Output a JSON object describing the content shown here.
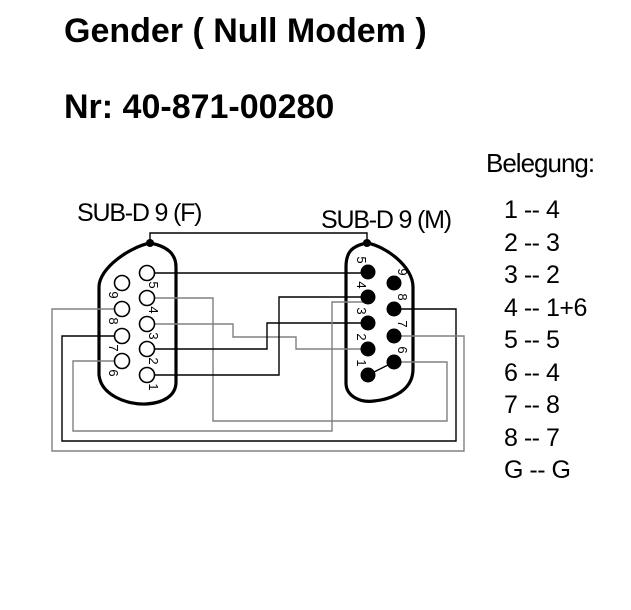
{
  "header": {
    "title": "Gender ( Null Modem )",
    "part_number": "Nr: 40-871-00280"
  },
  "diagram": {
    "female_connector": {
      "label": "SUB-D 9 (F)",
      "pins_inner": [
        "5",
        "4",
        "3",
        "2",
        "1"
      ],
      "pins_outer": [
        "9",
        "8",
        "7",
        "6"
      ]
    },
    "male_connector": {
      "label": "SUB-D 9 (M)",
      "pins_inner": [
        "5",
        "4",
        "3",
        "2",
        "1"
      ],
      "pins_outer": [
        "9",
        "8",
        "7",
        "6"
      ]
    },
    "wire_colors": {
      "black": "#000000",
      "gray": "#808080"
    }
  },
  "belegung": {
    "heading": "Belegung:",
    "assignments": [
      "1 -- 4",
      "2 -- 3",
      "3 -- 2",
      "4 -- 1+6",
      "5 -- 5",
      "6 -- 4",
      "7 -- 8",
      "8 -- 7",
      "G -- G"
    ]
  }
}
